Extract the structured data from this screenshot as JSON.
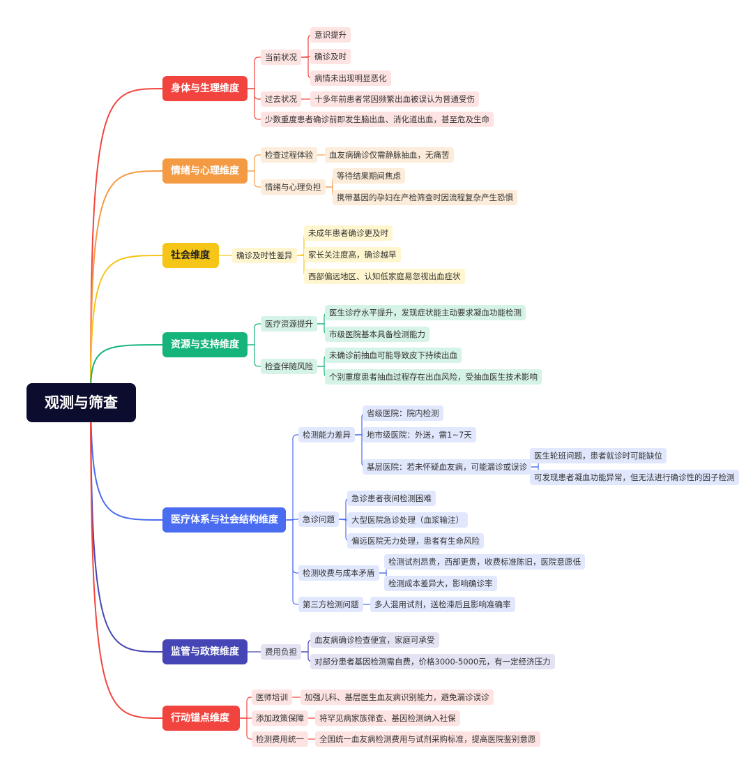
{
  "root": "观测与筛查",
  "colors": {
    "b1": "#f2443e",
    "b2": "#f49a43",
    "b3": "#f5c518",
    "b4": "#14b47a",
    "b5": "#4a6cf0",
    "b6": "#4545b5",
    "b7": "#f2443e"
  },
  "branches": [
    {
      "label": "身体与生理维度",
      "children": [
        {
          "label": "当前状况",
          "children": [
            "意识提升",
            "确诊及时",
            "病情未出现明显恶化"
          ]
        },
        {
          "label": "过去状况",
          "children": [
            "十多年前患者常因频繁出血被误认为普通受伤"
          ]
        },
        {
          "label": "少数重度患者确诊前即发生脑出血、消化道出血，甚至危及生命"
        }
      ]
    },
    {
      "label": "情绪与心理维度",
      "children": [
        {
          "label": "检查过程体验",
          "children": [
            "血友病确诊仅需静脉抽血，无痛苦"
          ]
        },
        {
          "label": "情绪与心理负担",
          "children": [
            "等待结果期间焦虑",
            "携带基因的孕妇在产检筛查时因流程复杂产生恐惧"
          ]
        }
      ]
    },
    {
      "label": "社会维度",
      "children": [
        {
          "label": "确诊及时性差异",
          "children": [
            "未成年患者确诊更及时",
            "家长关注度高，确诊越早",
            "西部偏远地区、认知低家庭易忽视出血症状"
          ]
        }
      ]
    },
    {
      "label": "资源与支持维度",
      "children": [
        {
          "label": "医疗资源提升",
          "children": [
            "医生诊疗水平提升，发现症状能主动要求凝血功能检测",
            "市级医院基本具备检测能力"
          ]
        },
        {
          "label": "检查伴随风险",
          "children": [
            "未确诊前抽血可能导致皮下持续出血",
            "个别重度患者抽血过程存在出血风险，受抽血医生技术影响"
          ]
        }
      ]
    },
    {
      "label": "医疗体系与社会结构维度",
      "children": [
        {
          "label": "检测能力差异",
          "children": [
            {
              "label": "省级医院：院内检测"
            },
            {
              "label": "地市级医院：外送，需1~7天"
            },
            {
              "label": "基层医院：若未怀疑血友病，可能漏诊或误诊",
              "children": [
                "医生轮班问题，患者就诊时可能缺位",
                "可发现患者凝血功能异常，但无法进行确诊性的因子检测"
              ]
            }
          ]
        },
        {
          "label": "急诊问题",
          "children": [
            "急诊患者夜间检测困难",
            "大型医院急诊处理（血浆输注）",
            "偏远医院无力处理，患者有生命风险"
          ]
        },
        {
          "label": "检测收费与成本矛盾",
          "children": [
            "检测试剂昂贵，西部更贵，收费标准陈旧，医院意愿低",
            "检测成本差异大，影响确诊率"
          ]
        },
        {
          "label": "第三方检测问题",
          "children": [
            "多人混用试剂，送检滞后且影响准确率"
          ]
        }
      ]
    },
    {
      "label": "监管与政策维度",
      "children": [
        {
          "label": "费用负担",
          "children": [
            "血友病确诊检查便宜，家庭可承受",
            "对部分患者基因检测需自费，价格3000-5000元，有一定经济压力"
          ]
        }
      ]
    },
    {
      "label": "行动锚点维度",
      "children": [
        {
          "label": "医师培训",
          "children": [
            "加强儿科、基层医生血友病识别能力，避免漏诊误诊"
          ]
        },
        {
          "label": "添加政策保障",
          "children": [
            "将罕见病家族筛查、基因检测纳入社保"
          ]
        },
        {
          "label": "检测费用统一",
          "children": [
            "全国统一血友病检测费用与试剂采购标准，提高医院鉴别意愿"
          ]
        }
      ]
    }
  ]
}
